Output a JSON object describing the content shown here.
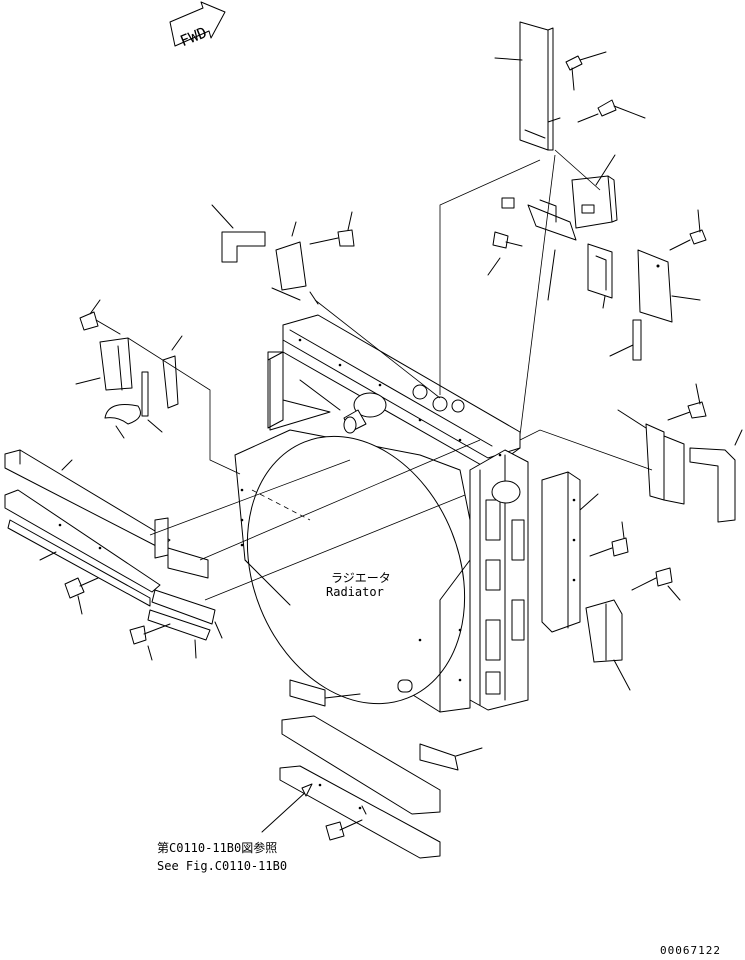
{
  "diagram": {
    "direction_marker": "FWD",
    "part_label_jp": "ラジエータ",
    "part_label_en": "Radiator",
    "reference_jp": "第C0110-11B0図参照",
    "reference_en": "See Fig.C0110-11B0",
    "drawing_number": "00067122"
  }
}
